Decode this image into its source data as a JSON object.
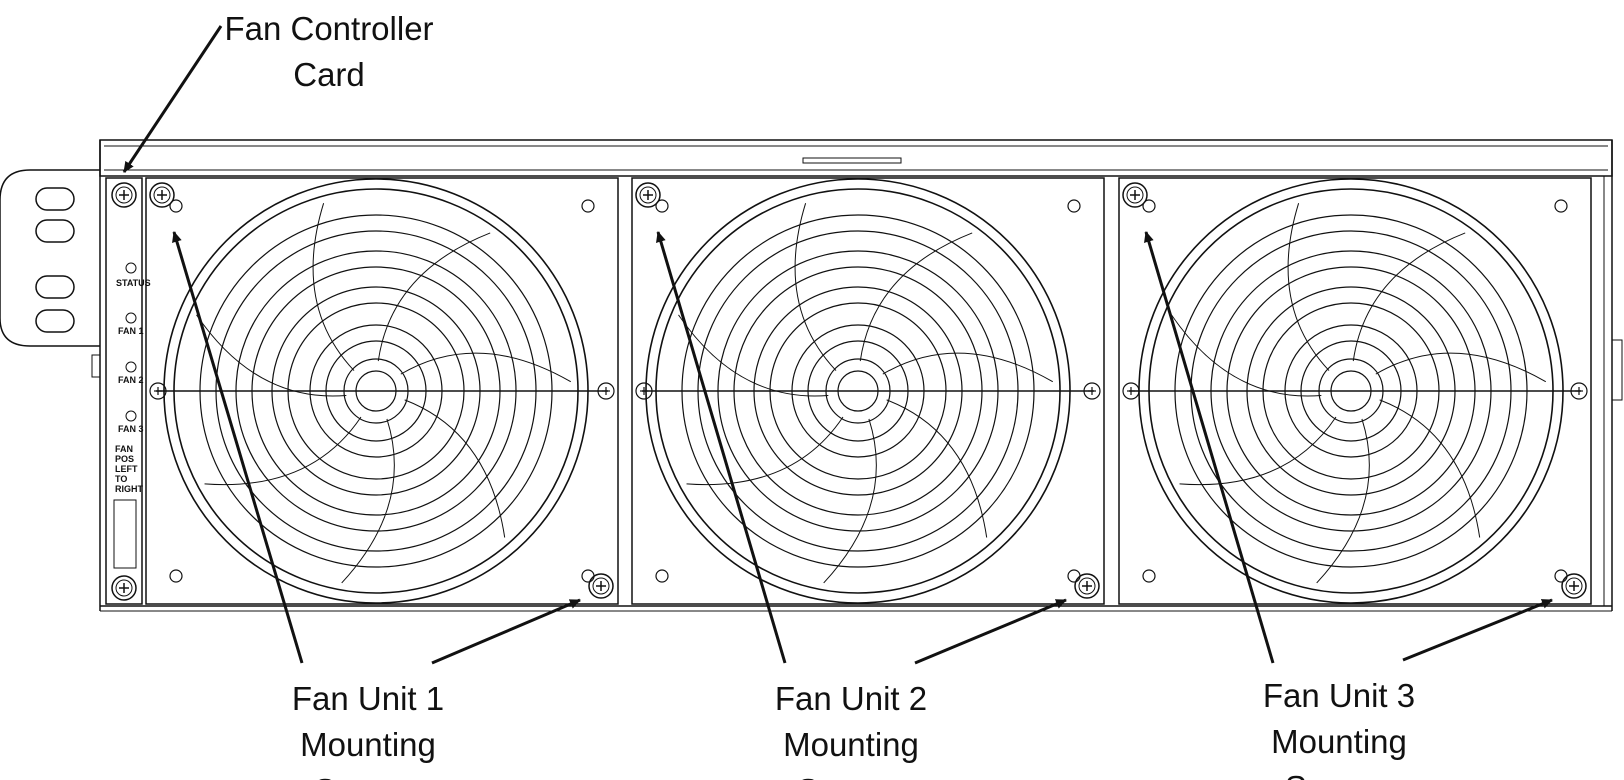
{
  "callouts": {
    "controller": {
      "line1": "Fan Controller",
      "line2": "Card"
    },
    "fan1": {
      "line1": "Fan Unit 1",
      "line2": "Mounting",
      "line3": "Screws"
    },
    "fan2": {
      "line1": "Fan Unit 2",
      "line2": "Mounting",
      "line3": "Screws"
    },
    "fan3": {
      "line1": "Fan Unit 3",
      "line2": "Mounting",
      "line3": "Screws"
    }
  },
  "controller_panel": {
    "status": "STATUS",
    "fan1": "FAN 1",
    "fan2": "FAN 2",
    "fan3": "FAN 3",
    "fan_pos": [
      "FAN",
      "POS",
      "LEFT",
      "TO",
      "RIGHT"
    ]
  },
  "colors": {
    "line": "#111111",
    "background": "#ffffff"
  }
}
